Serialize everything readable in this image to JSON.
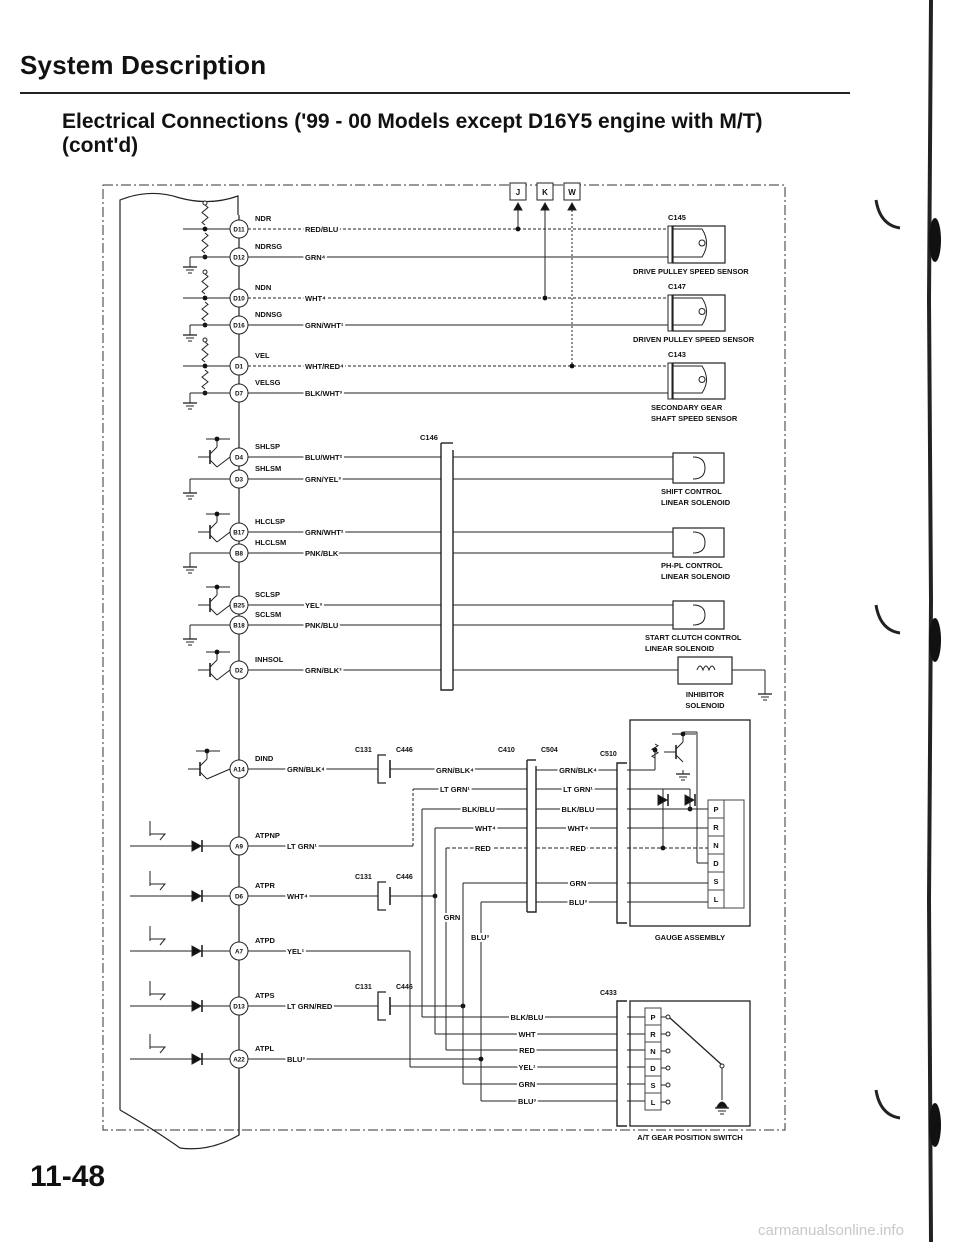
{
  "header": {
    "title": "System Description",
    "subtitle_line1": "Electrical Connections ('99 - 00 Models except D16Y5 engine with M/T)",
    "subtitle_line2": "(cont'd)"
  },
  "page_number": "11-48",
  "watermark": "carmanualsonline.info",
  "ecm": {
    "terminals": [
      {
        "terminal": "D11",
        "signal": "NDR",
        "wire": "RED/BLU"
      },
      {
        "terminal": "D12",
        "signal": "NDRSG",
        "wire": "GRN⁴"
      },
      {
        "terminal": "D10",
        "signal": "NDN",
        "wire": "WHT⁴"
      },
      {
        "terminal": "D16",
        "signal": "NDNSG",
        "wire": "GRN/WHT¹"
      },
      {
        "terminal": "D1",
        "signal": "VEL",
        "wire": "WHT/RED⁴"
      },
      {
        "terminal": "D7",
        "signal": "VELSG",
        "wire": "BLK/WHT³"
      },
      {
        "terminal": "D4",
        "signal": "SHLSP",
        "wire": "BLU/WHT²"
      },
      {
        "terminal": "D3",
        "signal": "SHLSM",
        "wire": "GRN/YEL³"
      },
      {
        "terminal": "B17",
        "signal": "HLCLSP",
        "wire": "GRN/WHT²"
      },
      {
        "terminal": "B8",
        "signal": "HLCLSM",
        "wire": "PNK/BLK"
      },
      {
        "terminal": "B25",
        "signal": "SCLSP",
        "wire": "YEL³"
      },
      {
        "terminal": "B18",
        "signal": "SCLSM",
        "wire": "PNK/BLU"
      },
      {
        "terminal": "D2",
        "signal": "INHSOL",
        "wire": "GRN/BLK³"
      },
      {
        "terminal": "A14",
        "signal": "DIND",
        "wire": "GRN/BLK⁴"
      },
      {
        "terminal": "A9",
        "signal": "ATPNP",
        "wire": "LT GRN¹"
      },
      {
        "terminal": "D6",
        "signal": "ATPR",
        "wire": "WHT⁴"
      },
      {
        "terminal": "A7",
        "signal": "ATPD",
        "wire": "YEL¹"
      },
      {
        "terminal": "D13",
        "signal": "ATPS",
        "wire": "LT GRN/RED"
      },
      {
        "terminal": "A22",
        "signal": "ATPL",
        "wire": "BLU³"
      }
    ]
  },
  "junctions": [
    "J",
    "K",
    "W"
  ],
  "sensors": [
    {
      "connector": "C145",
      "name": [
        "DRIVE PULLEY SPEED SENSOR"
      ]
    },
    {
      "connector": "C147",
      "name": [
        "DRIVEN PULLEY SPEED SENSOR"
      ]
    },
    {
      "connector": "C143",
      "name": [
        "SECONDARY GEAR",
        "SHAFT SPEED SENSOR"
      ]
    }
  ],
  "c146_label": "C146",
  "solenoids": [
    {
      "name": [
        "SHIFT CONTROL",
        "LINEAR SOLENOID"
      ]
    },
    {
      "name": [
        "PH-PL CONTROL",
        "LINEAR SOLENOID"
      ]
    },
    {
      "name": [
        "START CLUTCH CONTROL",
        "LINEAR SOLENOID"
      ]
    },
    {
      "name": [
        "INHIBITOR",
        "SOLENOID"
      ]
    }
  ],
  "connector_labels": {
    "c131": "C131",
    "c446": "C446",
    "c410": "C410",
    "c504": "C504",
    "c510": "C510",
    "c433": "C433"
  },
  "c410_left_wires": [
    "GRN/BLK⁴",
    "LT GRN¹",
    "BLK/BLU",
    "WHT⁴",
    "RED"
  ],
  "c410_vertical_wires": [
    "GRN",
    "BLU³"
  ],
  "c504_wires": [
    "GRN/BLK⁴",
    "LT GRN¹",
    "BLK/BLU",
    "WHT⁴",
    "RED",
    "GRN",
    "BLU³"
  ],
  "c433_wires": [
    "BLK/BLU",
    "WHT",
    "RED",
    "YEL¹",
    "GRN",
    "BLU³"
  ],
  "gauge_assembly": {
    "label": "GAUGE ASSEMBLY",
    "positions": [
      "P",
      "R",
      "N",
      "D",
      "S",
      "L"
    ]
  },
  "gear_switch": {
    "label": "A/T GEAR POSITION SWITCH",
    "positions": [
      "P",
      "R",
      "N",
      "D",
      "S",
      "L"
    ]
  }
}
